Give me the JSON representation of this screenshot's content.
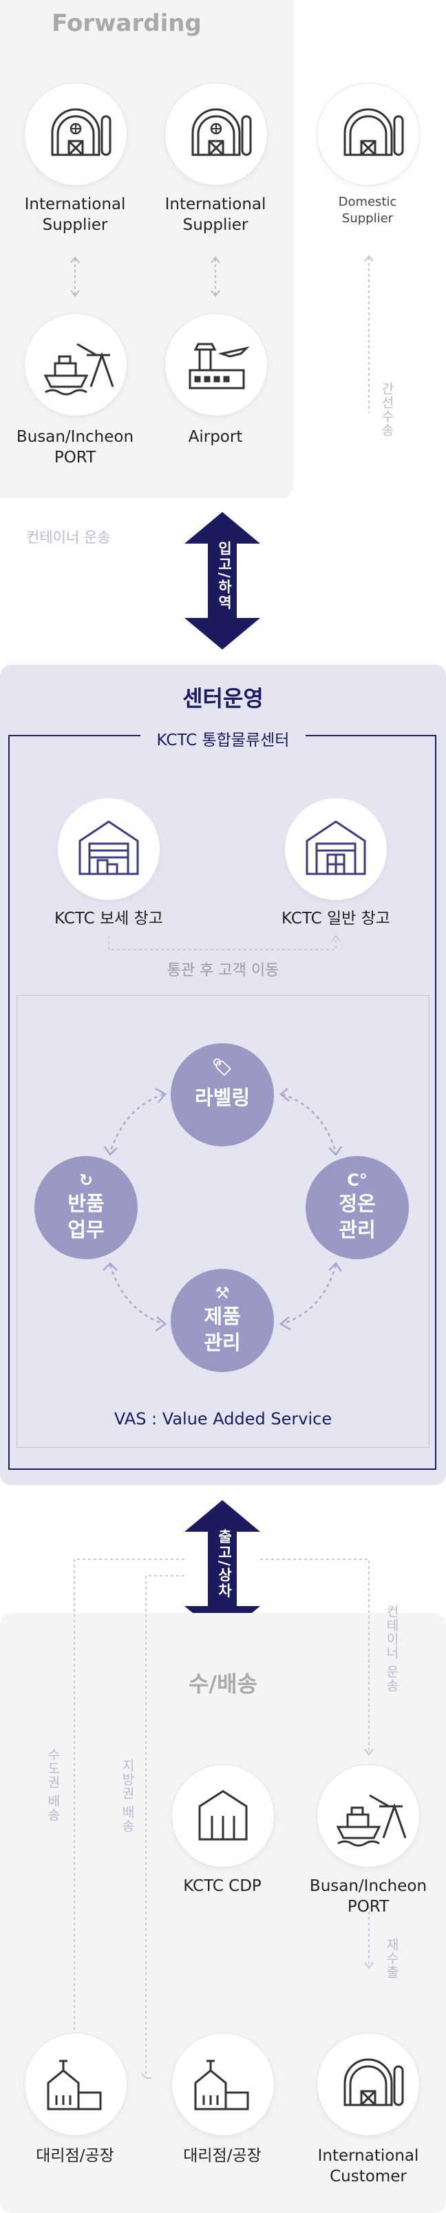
{
  "forwarding": {
    "title": "Forwarding",
    "nodes": [
      {
        "label": "International\nSupplier"
      },
      {
        "label": "International\nSupplier"
      },
      {
        "label": "Domestic\nSupplier"
      },
      {
        "label": "Busan/Incheon\nPORT"
      },
      {
        "label": "Airport"
      }
    ],
    "container_transport": "컨테이너 운송",
    "trunk_transport": "간선수송"
  },
  "inbound_arrow": "입고/하역",
  "center": {
    "title": "센터운영",
    "subtitle": "KCTC 통합물류센터",
    "warehouses": [
      {
        "label": "KCTC 보세 창고"
      },
      {
        "label": "KCTC 일반 창고"
      }
    ],
    "transfer": "통관 후 고객 이동",
    "vas": {
      "labeling": "라벨링",
      "temperature": "정온\n관리",
      "product": "제품\n관리",
      "returns": "반품\n업무",
      "caption": "VAS : Value Added Service"
    }
  },
  "outbound_arrow": "출고/상차",
  "distribution": {
    "title": "수/배송",
    "nodes": [
      {
        "label": "KCTC  CDP"
      },
      {
        "label": "Busan/Incheon\nPORT"
      },
      {
        "label": "대리점/공장"
      },
      {
        "label": "대리점/공장"
      },
      {
        "label": "International\nCustomer"
      }
    ],
    "metro": "수도권 배송",
    "regional": "지방권 배송",
    "container_transport": "컨테이너 운송",
    "reexport": "재수출"
  },
  "colors": {
    "navy": "#1b1b5e",
    "lavender": "#9a98c4",
    "panel_gray": "#f4f4f4",
    "panel_lavender": "#e5e4f1"
  }
}
